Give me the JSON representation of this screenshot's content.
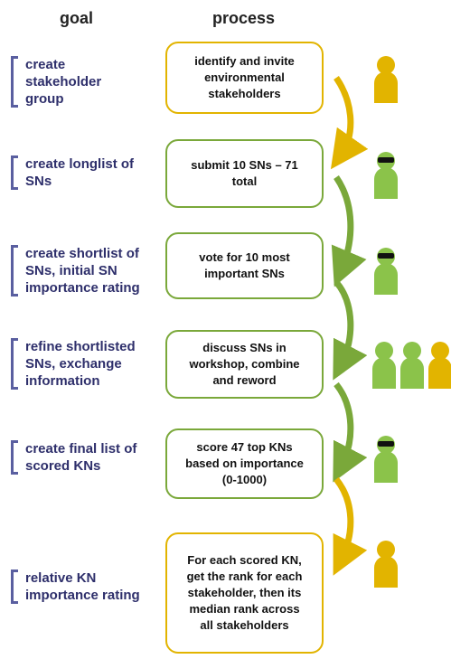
{
  "headers": {
    "goal": "goal",
    "process": "process"
  },
  "rows": [
    {
      "goal": [
        "create",
        "stakeholder",
        "group"
      ],
      "process": [
        "identify and invite",
        "environmental",
        "stakeholders"
      ],
      "color": "#e2b400",
      "people": [
        "person-yellow"
      ]
    },
    {
      "goal": [
        "create longlist of",
        "SNs"
      ],
      "process": [
        "submit 10 SNs – 71",
        "total"
      ],
      "color": "#7aa83a",
      "people": [
        "person-green-sunglasses"
      ]
    },
    {
      "goal": [
        "create shortlist of",
        "SNs, initial  SN",
        "importance rating"
      ],
      "process": [
        "vote for 10 most",
        "important SNs"
      ],
      "color": "#7aa83a",
      "people": [
        "person-green-sunglasses"
      ]
    },
    {
      "goal": [
        "refine shortlisted",
        "SNs, exchange",
        "information"
      ],
      "process": [
        "discuss SNs in",
        "workshop, combine",
        "and reword"
      ],
      "color": "#7aa83a",
      "people": [
        "person-green",
        "person-green",
        "person-yellow"
      ]
    },
    {
      "goal": [
        "create final list of",
        "scored KNs"
      ],
      "process": [
        "score 47 top KNs",
        "based on importance",
        "(0-1000)"
      ],
      "color": "#7aa83a",
      "people": [
        "person-green-sunglasses"
      ]
    },
    {
      "goal": [
        "relative  KN",
        "importance rating"
      ],
      "process": [
        "For each scored KN,",
        "get the rank for each",
        "stakeholder, then its",
        "median rank across",
        "all stakeholders"
      ],
      "color": "#e2b400",
      "people": [
        "person-yellow"
      ]
    }
  ],
  "colors": {
    "yellow": "#e2b400",
    "green": "#7aa83a",
    "goal_text": "#2e2f6b",
    "bracket": "#5a5fa0"
  }
}
